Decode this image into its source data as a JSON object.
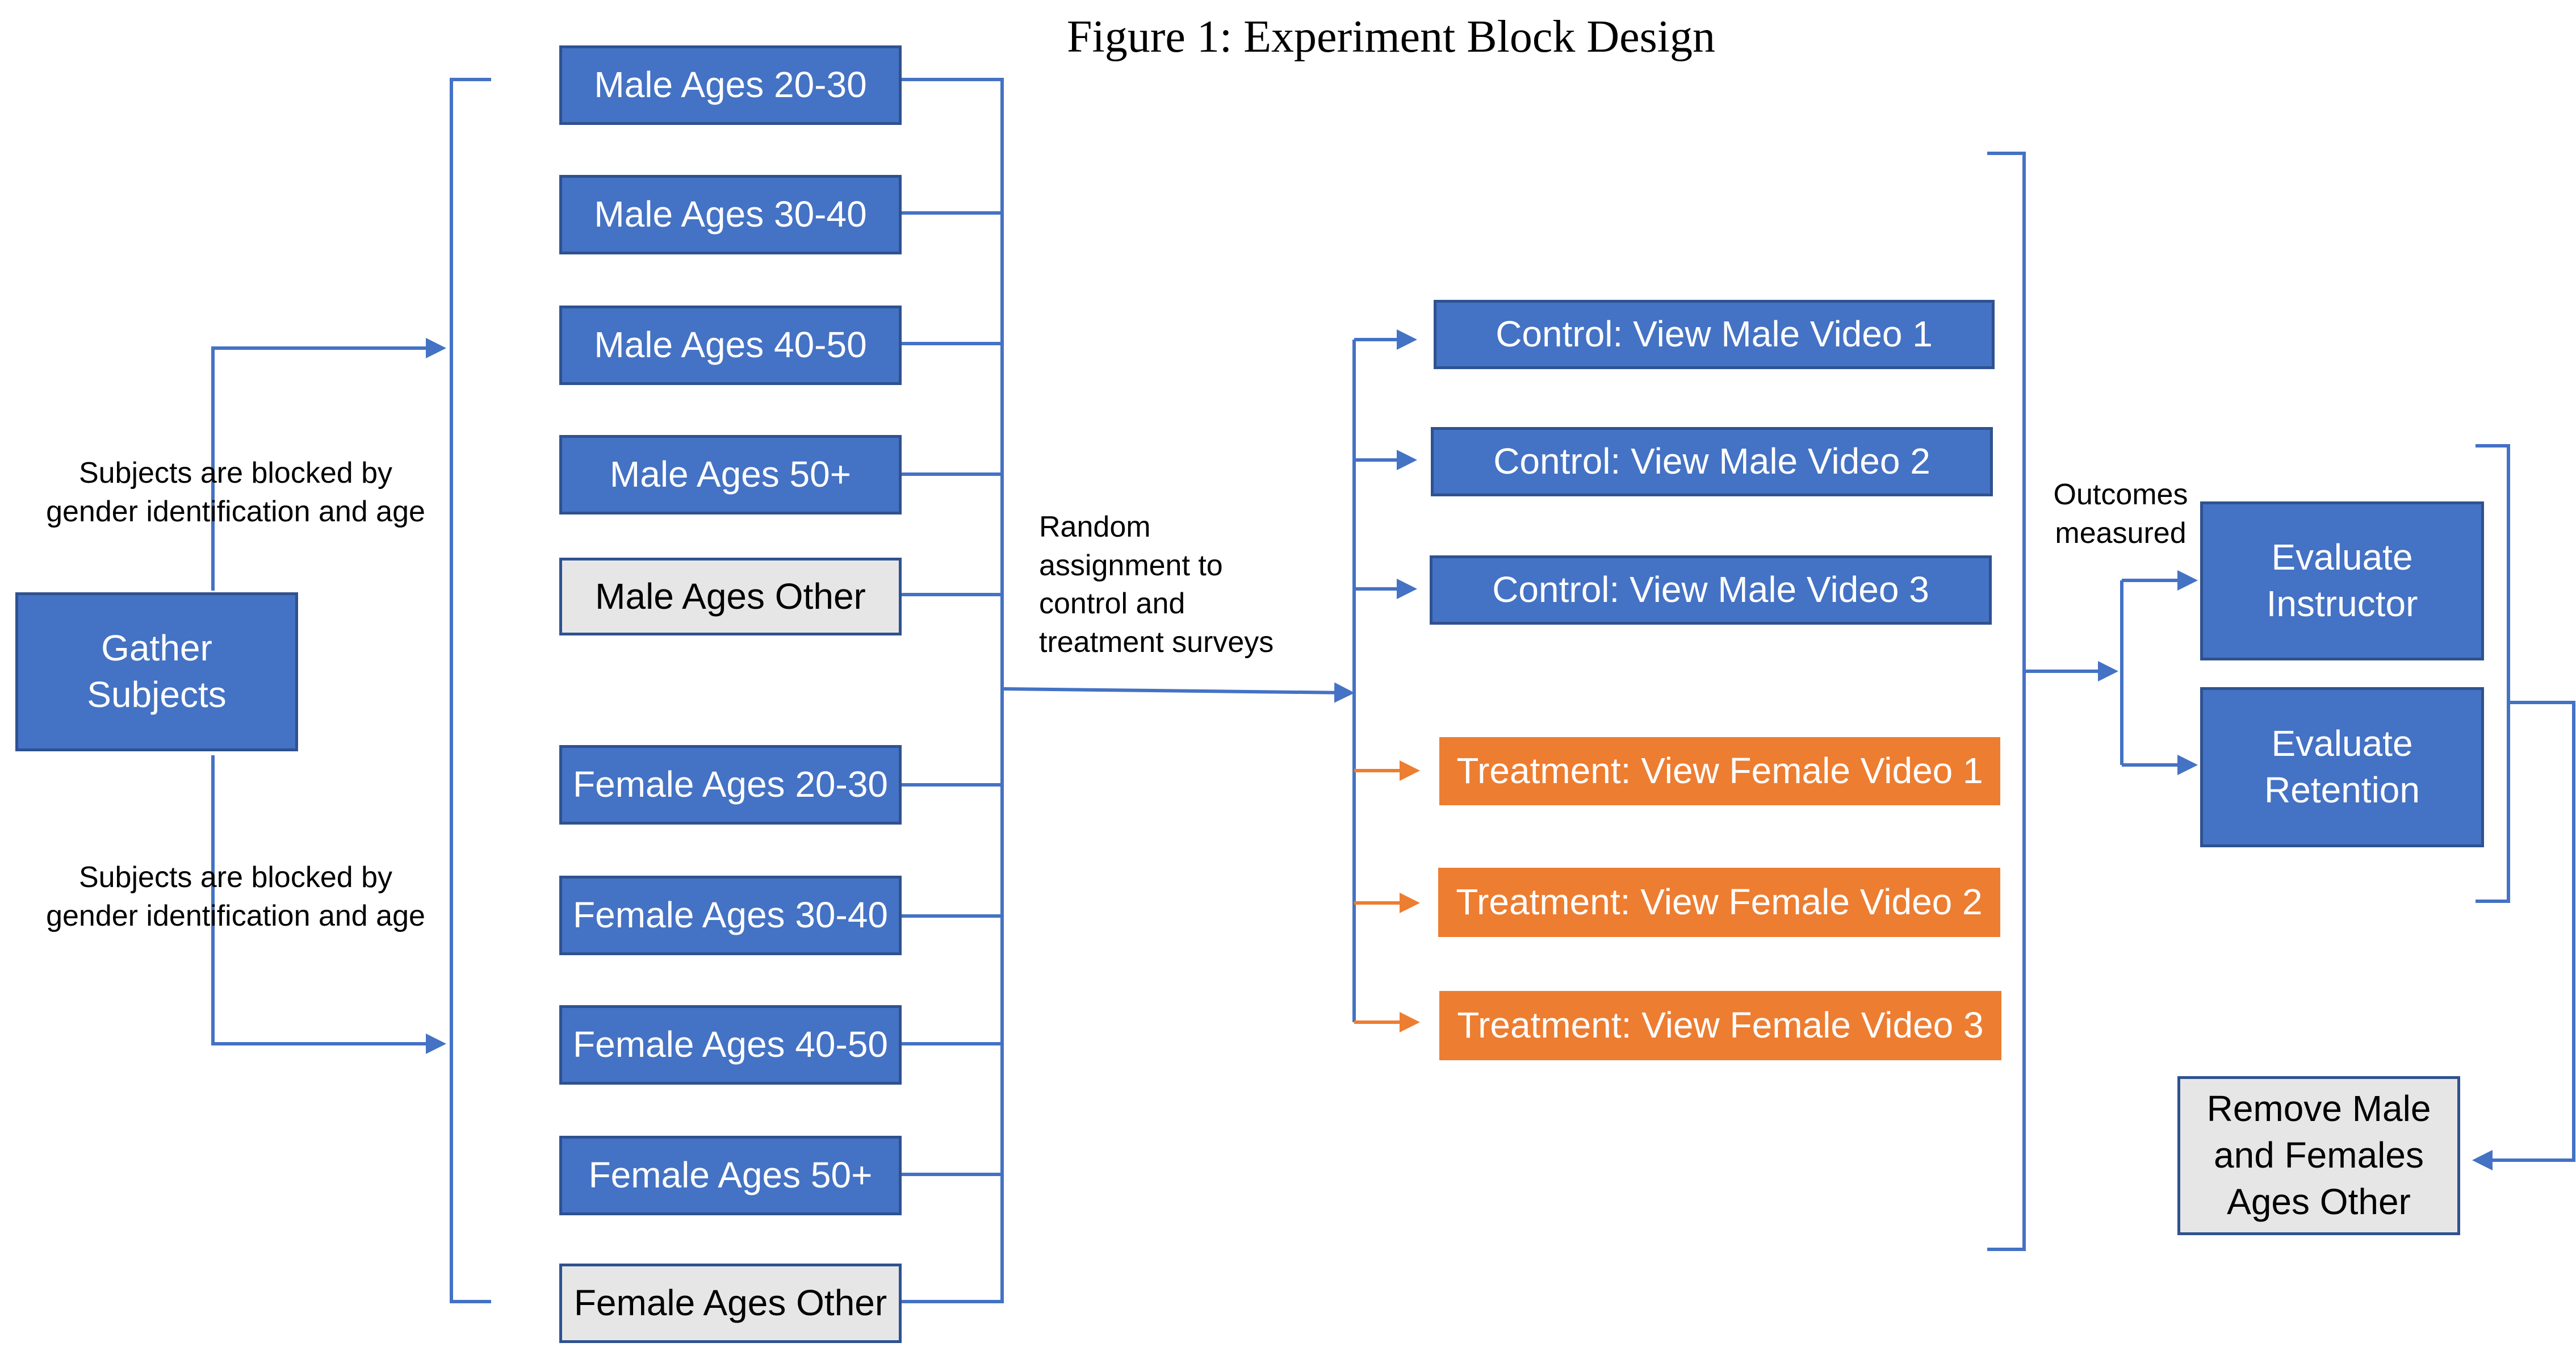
{
  "title": "Figure 1: Experiment Block Design",
  "colors": {
    "blue": "#4472c4",
    "blue_border": "#2f528f",
    "orange": "#ed7d31",
    "gray": "#e7e6e6"
  },
  "start": {
    "label": "Gather\nSubjects"
  },
  "block_note_top": "Subjects are blocked by\ngender identification and age",
  "block_note_bottom": "Subjects are blocked by\ngender identification and age",
  "groups": [
    "Male Ages 20-30",
    "Male Ages 30-40",
    "Male Ages 40-50",
    "Male Ages 50+",
    "Male Ages Other",
    "Female Ages 20-30",
    "Female Ages 30-40",
    "Female Ages 40-50",
    "Female Ages 50+",
    "Female Ages Other"
  ],
  "random_note": "Random\nassignment to\ncontrol and\ntreatment surveys",
  "conditions": [
    "Control: View Male Video 1",
    "Control: View Male Video 2",
    "Control: View Male Video 3",
    "Treatment: View Female Video 1",
    "Treatment: View Female Video 2",
    "Treatment: View Female Video 3"
  ],
  "outcomes_note": "Outcomes\nmeasured",
  "outcomes": [
    "Evaluate\nInstructor",
    "Evaluate\nRetention"
  ],
  "removal": "Remove Male\nand Females\nAges Other"
}
